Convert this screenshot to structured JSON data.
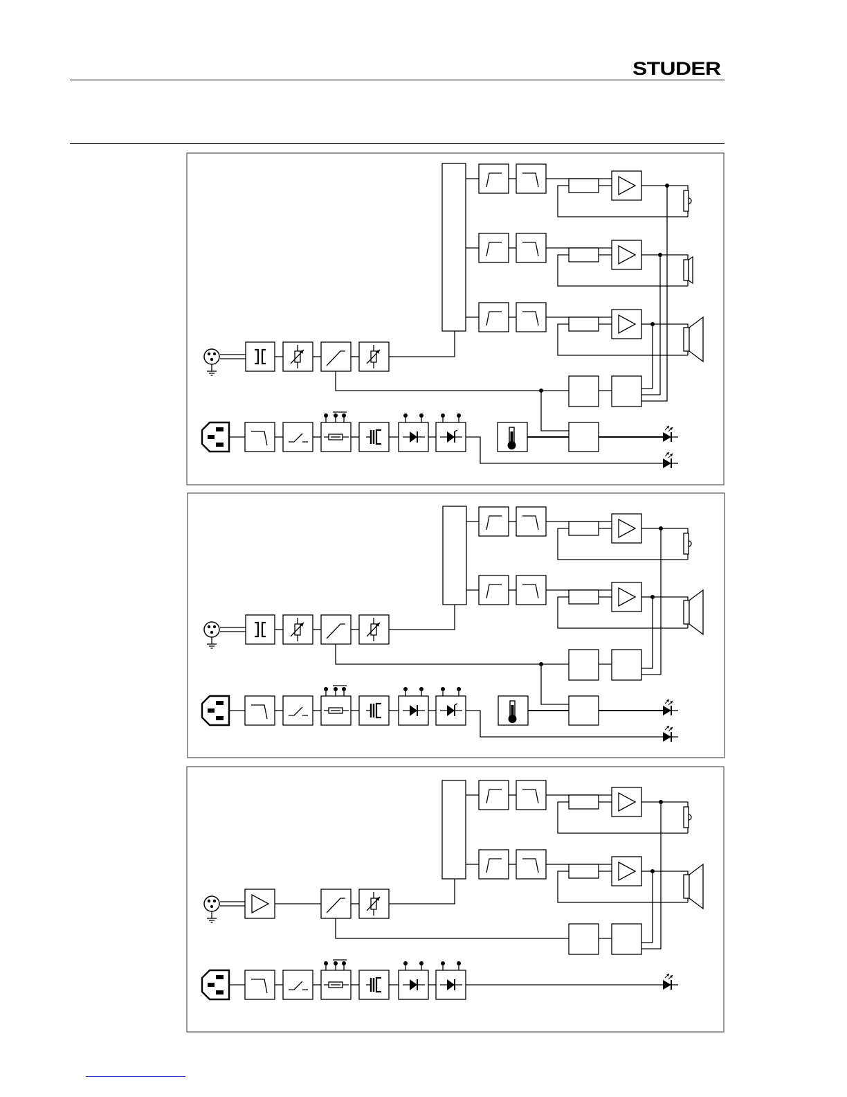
{
  "header": {
    "logo_text": "STUDER"
  },
  "colors": {
    "line": "#000000",
    "panel_border": "#555555",
    "background": "#ffffff",
    "footer_link": "#2233cc"
  },
  "diagrams": [
    {
      "name": "block-diagram-three-way",
      "ways": 3,
      "input_stage": "transformer",
      "thermal_sensor": true,
      "status_leds": 2,
      "rectifier_types": [
        "diode",
        "regulator"
      ],
      "channels": [
        {
          "driver": "tweeter",
          "filters": [
            "high-pass-icon",
            "low-pass-icon"
          ]
        },
        {
          "driver": "midrange",
          "filters": [
            "high-pass-icon",
            "low-pass-icon"
          ]
        },
        {
          "driver": "woofer",
          "filters": [
            "high-pass-icon",
            "low-pass-icon"
          ]
        }
      ]
    },
    {
      "name": "block-diagram-two-way",
      "ways": 2,
      "input_stage": "transformer",
      "thermal_sensor": true,
      "status_leds": 2,
      "rectifier_types": [
        "diode",
        "regulator"
      ],
      "channels": [
        {
          "driver": "tweeter",
          "filters": [
            "high-pass-icon",
            "low-pass-icon"
          ]
        },
        {
          "driver": "woofer",
          "filters": [
            "high-pass-icon",
            "low-pass-icon"
          ]
        }
      ]
    },
    {
      "name": "block-diagram-two-way-balanced-amp",
      "ways": 2,
      "input_stage": "amplifier",
      "thermal_sensor": false,
      "status_leds": 1,
      "rectifier_types": [
        "diode",
        "diode"
      ],
      "channels": [
        {
          "driver": "tweeter",
          "filters": [
            "high-pass-icon",
            "low-pass-icon"
          ]
        },
        {
          "driver": "woofer",
          "filters": [
            "high-pass-icon",
            "low-pass-icon"
          ]
        }
      ]
    }
  ]
}
